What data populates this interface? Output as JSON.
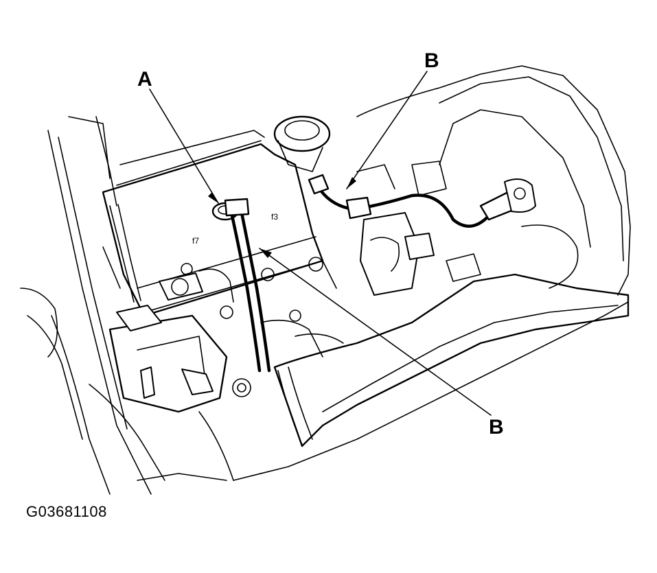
{
  "callouts": {
    "a": {
      "label": "A"
    },
    "b_top": {
      "label": "B"
    },
    "b_bottom": {
      "label": "B"
    }
  },
  "figure_id": "G03681108",
  "colors": {
    "ink": "#000000",
    "paper": "#ffffff"
  }
}
